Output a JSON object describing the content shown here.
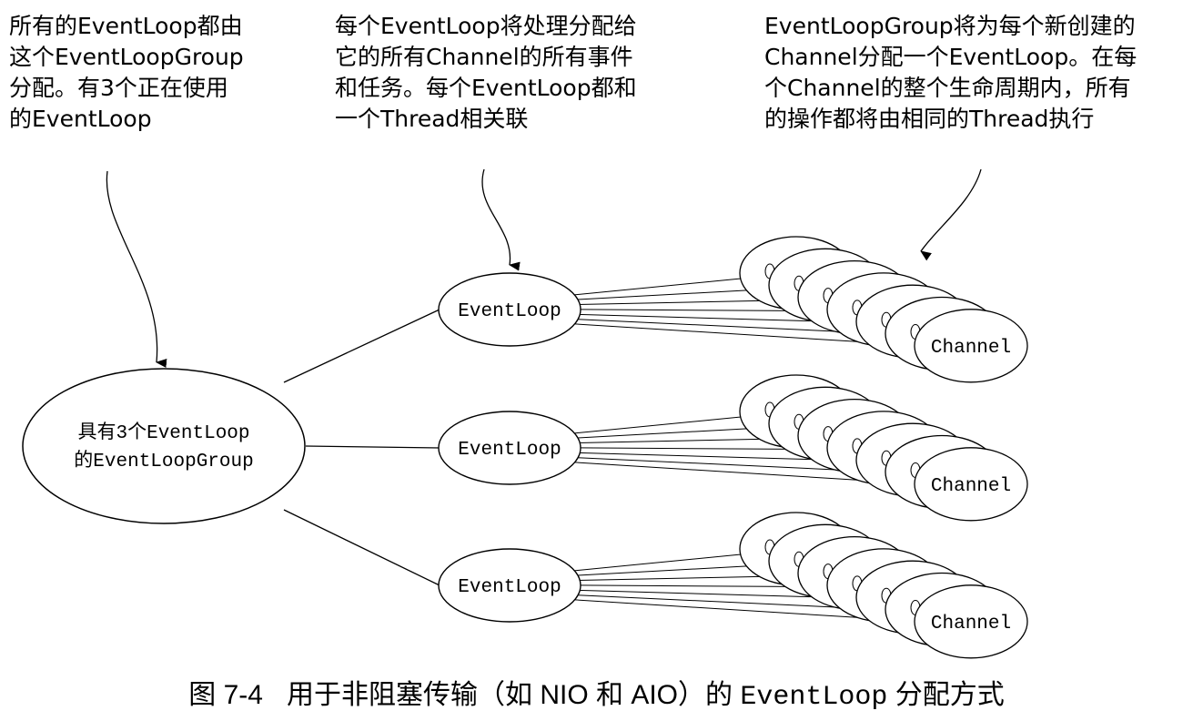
{
  "notes": [
    "所有的EventLoop都由\n这个EventLoopGroup\n分配。有3个正在使用\n的EventLoop",
    "每个EventLoop将处理分配给\n它的所有Channel的所有事件\n和任务。每个EventLoop都和\n一个Thread相关联",
    "EventLoopGroup将为每个新创建的\nChannel分配一个EventLoop。在每\n个Channel的整个生命周期内，所有\n的操作都将由相同的Thread执行"
  ],
  "group": {
    "line1": "具有3个EventLoop",
    "line2": "的EventLoopGroup"
  },
  "event_loops": [
    {
      "label": "EventLoop",
      "channel_label": "Channel"
    },
    {
      "label": "EventLoop",
      "channel_label": "Channel"
    },
    {
      "label": "EventLoop",
      "channel_label": "Channel"
    }
  ],
  "caption": {
    "figure_number": "图 7-4",
    "text_before": "用于非阻塞传输（如 NIO 和 AIO）的 ",
    "code": "EventLoop",
    "text_after": " 分配方式"
  }
}
